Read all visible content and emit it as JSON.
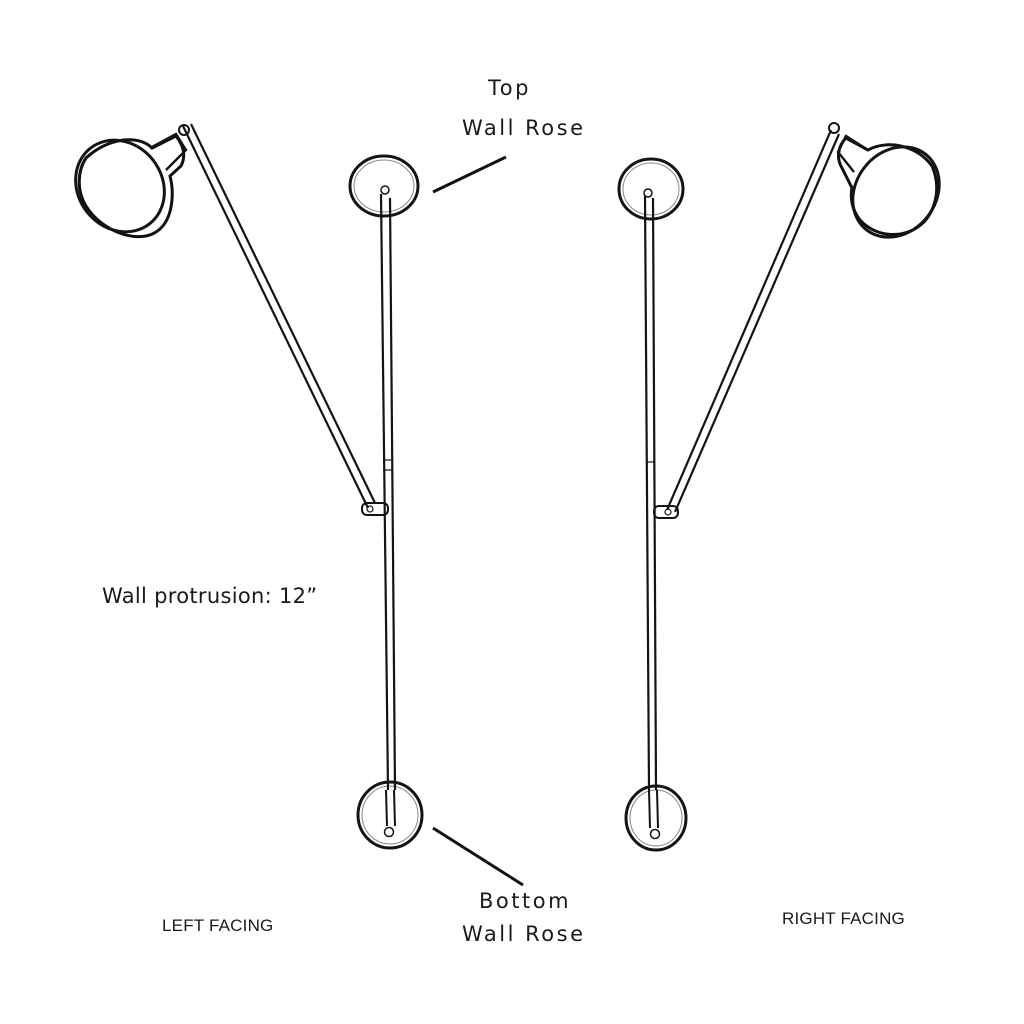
{
  "labels": {
    "top_rose_line1": "Top",
    "top_rose_line2": "Wall Rose",
    "bottom_rose_line1": "Bottom",
    "bottom_rose_line2": "Wall Rose",
    "wall_protrusion": "Wall protrusion: 12”",
    "left_facing": "LEFT FACING",
    "right_facing": "RIGHT FACING"
  },
  "colors": {
    "ink": "#141414",
    "background": "#ffffff"
  }
}
